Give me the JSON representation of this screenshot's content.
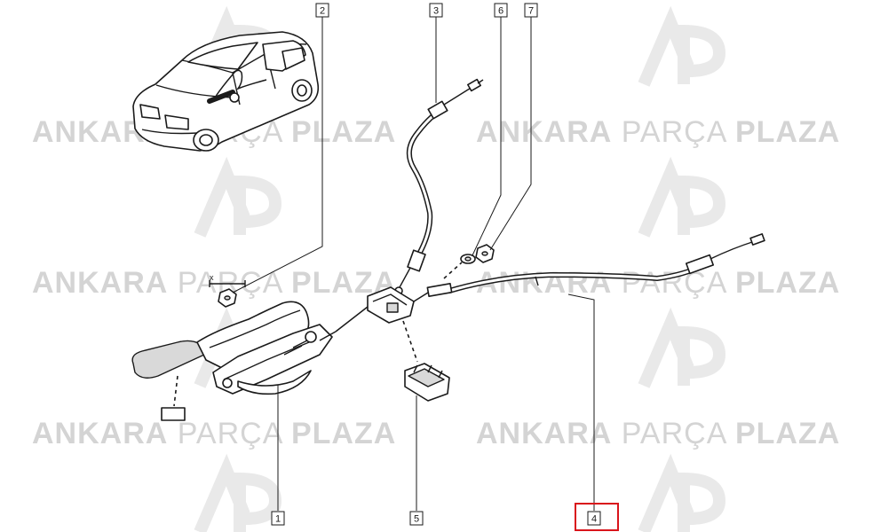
{
  "watermark": {
    "word_bold_1": "ANKARA",
    "word_light": "PARÇA",
    "word_bold_2": "PLAZA",
    "logo_letters": "AP",
    "color": "#d4d4d4"
  },
  "callouts": [
    {
      "id": "1",
      "label": "1",
      "highlighted": false
    },
    {
      "id": "2",
      "label": "2",
      "highlighted": false
    },
    {
      "id": "3",
      "label": "3",
      "highlighted": false
    },
    {
      "id": "4",
      "label": "4",
      "highlighted": true
    },
    {
      "id": "5",
      "label": "5",
      "highlighted": false
    },
    {
      "id": "6",
      "label": "6",
      "highlighted": false
    },
    {
      "id": "7",
      "label": "7",
      "highlighted": false
    }
  ],
  "annotations": {
    "dimension_mark": "x"
  },
  "highlight_color": "#d9141b",
  "icons": [
    "car-illustration-icon",
    "handbrake-lever-icon",
    "cable-icon",
    "clip-icon",
    "nut-icon",
    "washer-icon"
  ]
}
